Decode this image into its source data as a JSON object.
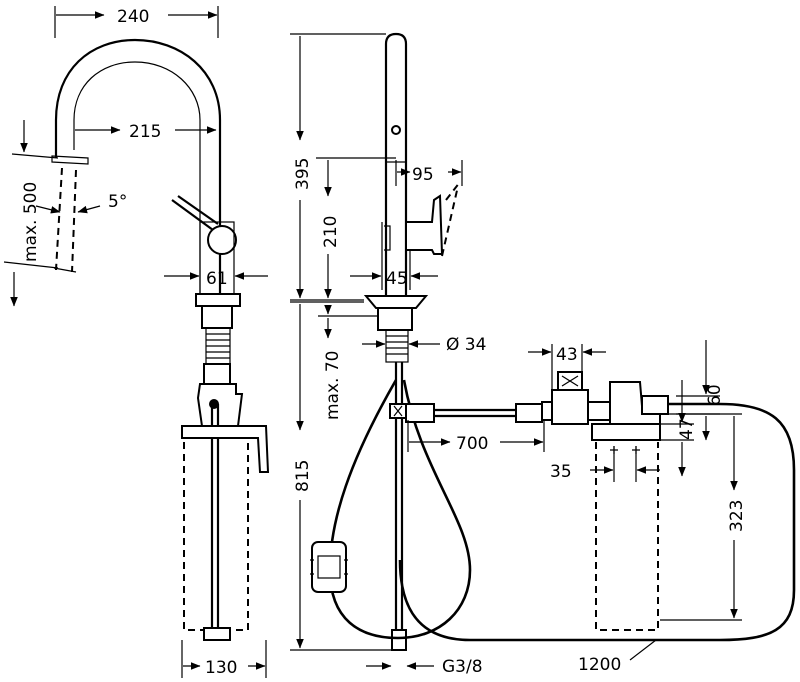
{
  "dimensions": {
    "spout_reach": "240",
    "spout_inner_reach": "215",
    "max_pullout": "max. 500",
    "spray_angle": "5°",
    "body_diameter": "61",
    "base_width": "130",
    "total_height": "395",
    "outlet_height": "210",
    "handle_swing": "95",
    "body_width_side": "45",
    "mount_hole": "Ø 34",
    "max_deck": "max. 70",
    "under_counter": "815",
    "connection": "G3/8",
    "valve_width": "43",
    "valve_offset": "60",
    "hose_distance": "700",
    "filter_head": "47",
    "filter_offset": "35",
    "filter_height": "323",
    "hose_length": "1200"
  }
}
